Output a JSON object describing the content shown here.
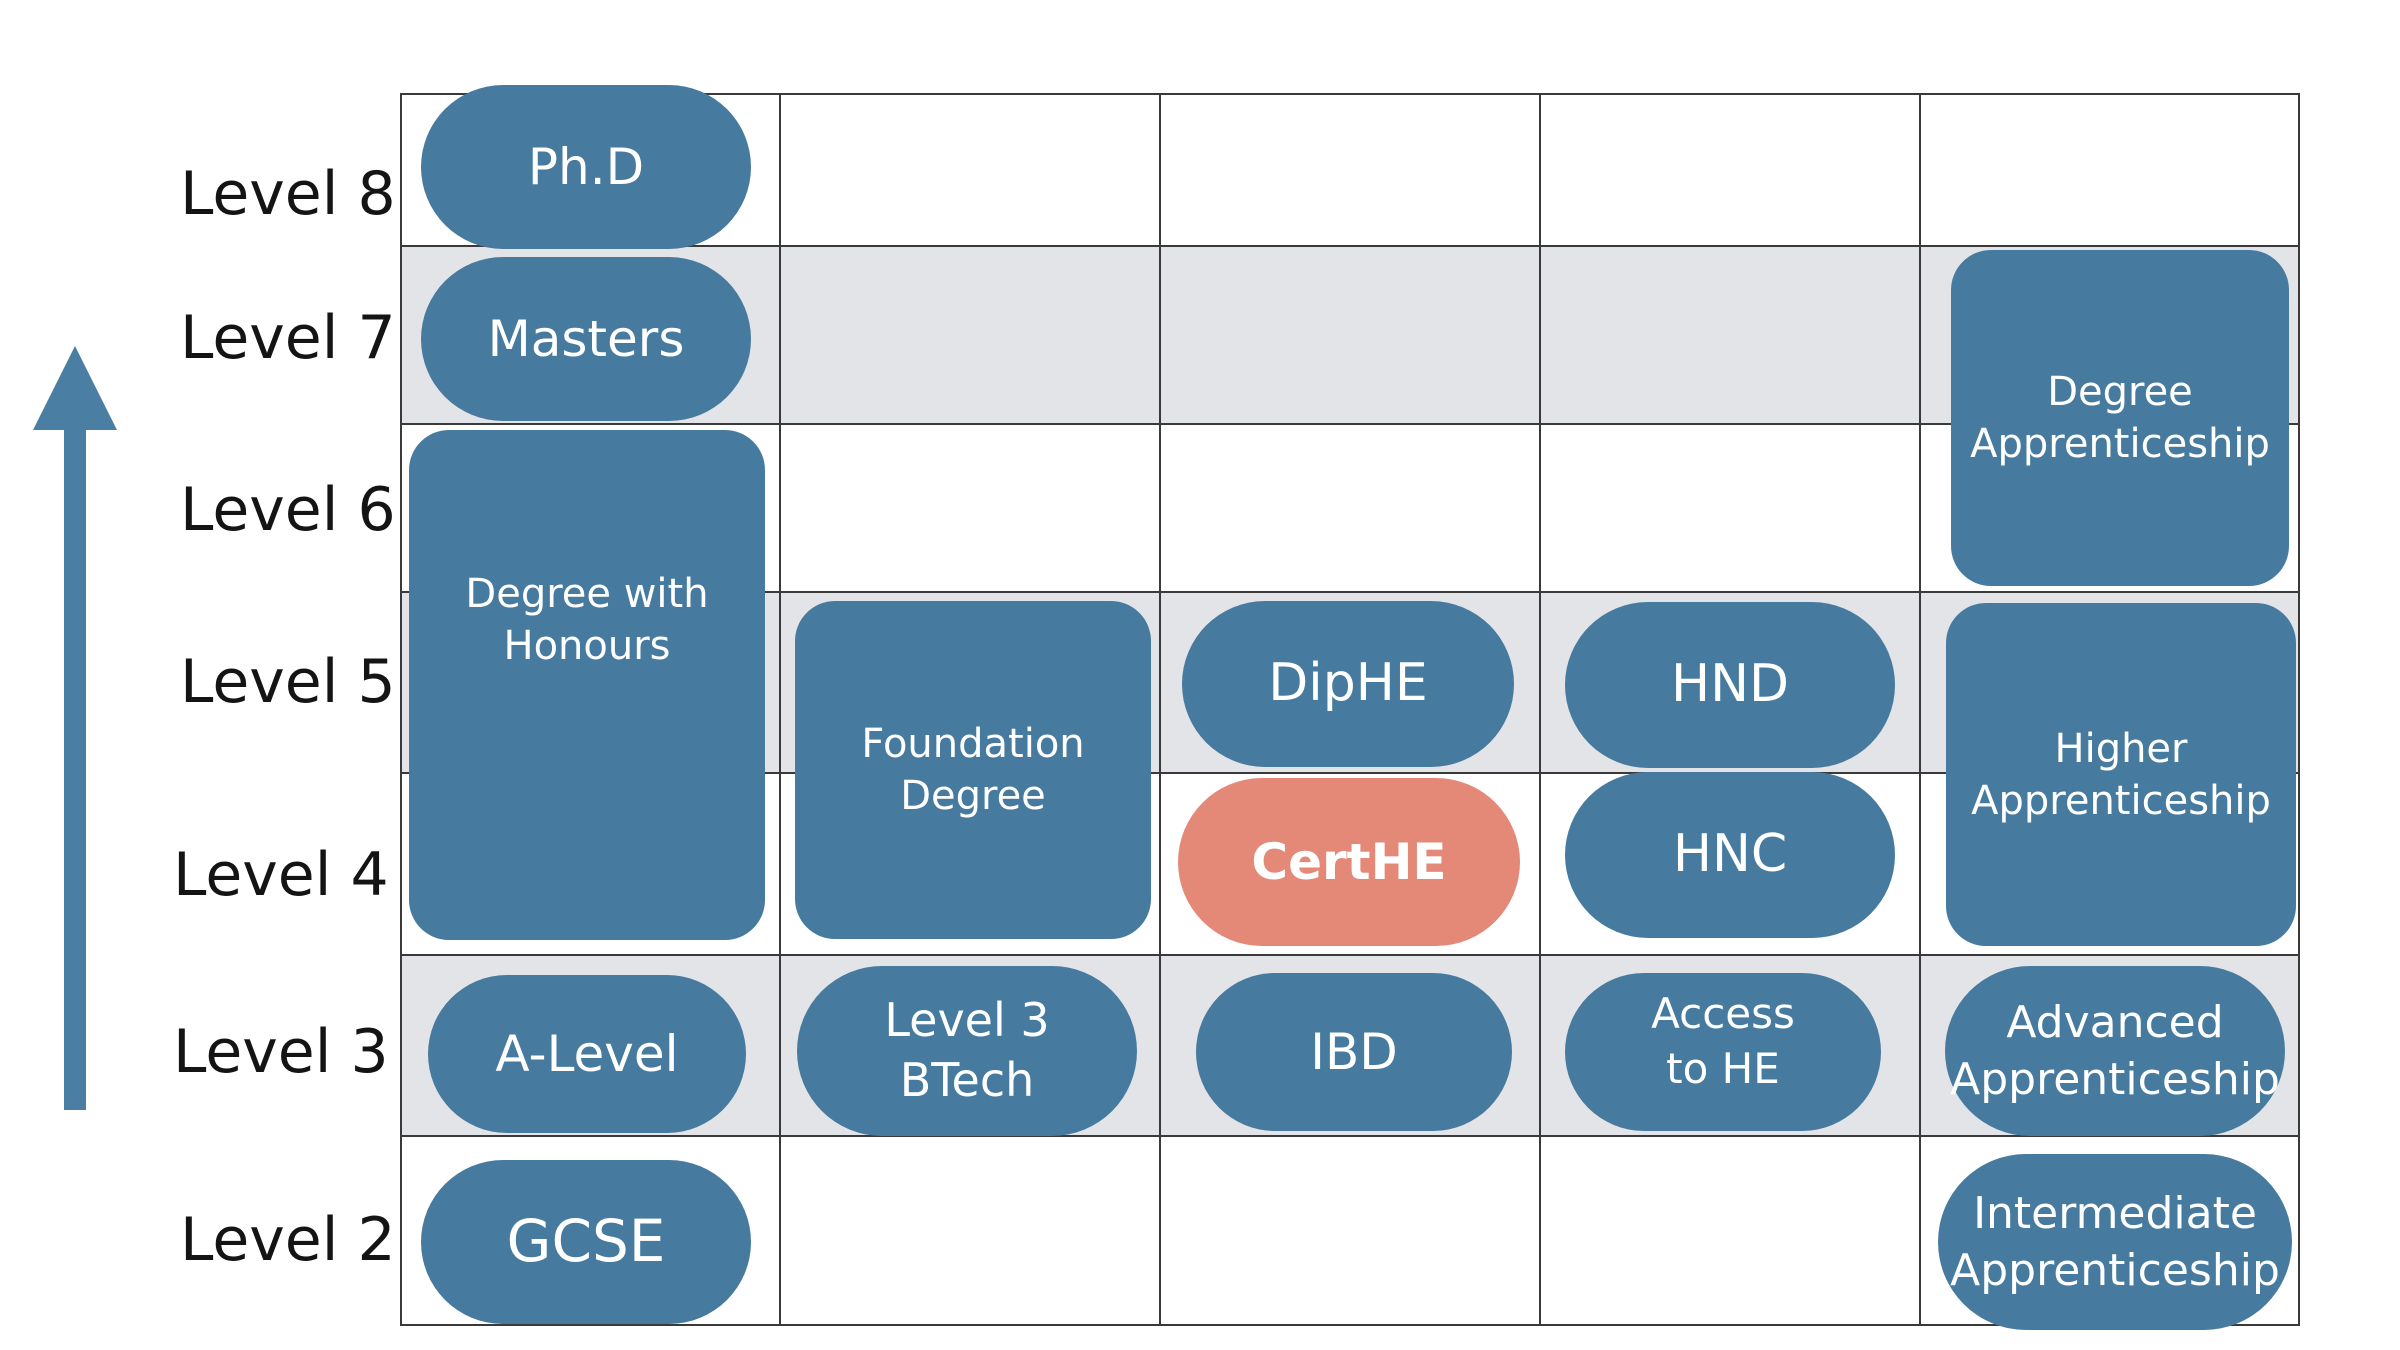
{
  "colors": {
    "pill": "#467a9e",
    "highlight": "#e48878",
    "arrow": "#4a7ea2",
    "band": "#e3e4e8",
    "grid": "#3a3a3a"
  },
  "icons": {
    "arrow": "arrow-up-icon"
  },
  "levels": [
    {
      "label": "Level 8"
    },
    {
      "label": "Level 7"
    },
    {
      "label": "Level 6"
    },
    {
      "label": "Level 5"
    },
    {
      "label": "Level 4"
    },
    {
      "label": "Level 3"
    },
    {
      "label": "Level 2"
    }
  ],
  "qualifications": {
    "phd": "Ph.D",
    "masters": "Masters",
    "degree_honours": "Degree with Honours",
    "degree_apprenticeship": "Degree Apprenticeship",
    "foundation_degree": "Foundation Degree",
    "diphe": "DipHE",
    "certhe": "CertHE",
    "hnd": "HND",
    "hnc": "HNC",
    "higher_apprenticeship": "Higher Apprenticeship",
    "a_level": "A-Level",
    "level3_btech": "Level 3 BTech",
    "ibd": "IBD",
    "access_he": "Access to HE",
    "advanced_apprenticeship": "Advanced Apprenticeship",
    "gcse": "GCSE",
    "intermediate_apprenticeship": "Intermediate Apprenticeship"
  }
}
